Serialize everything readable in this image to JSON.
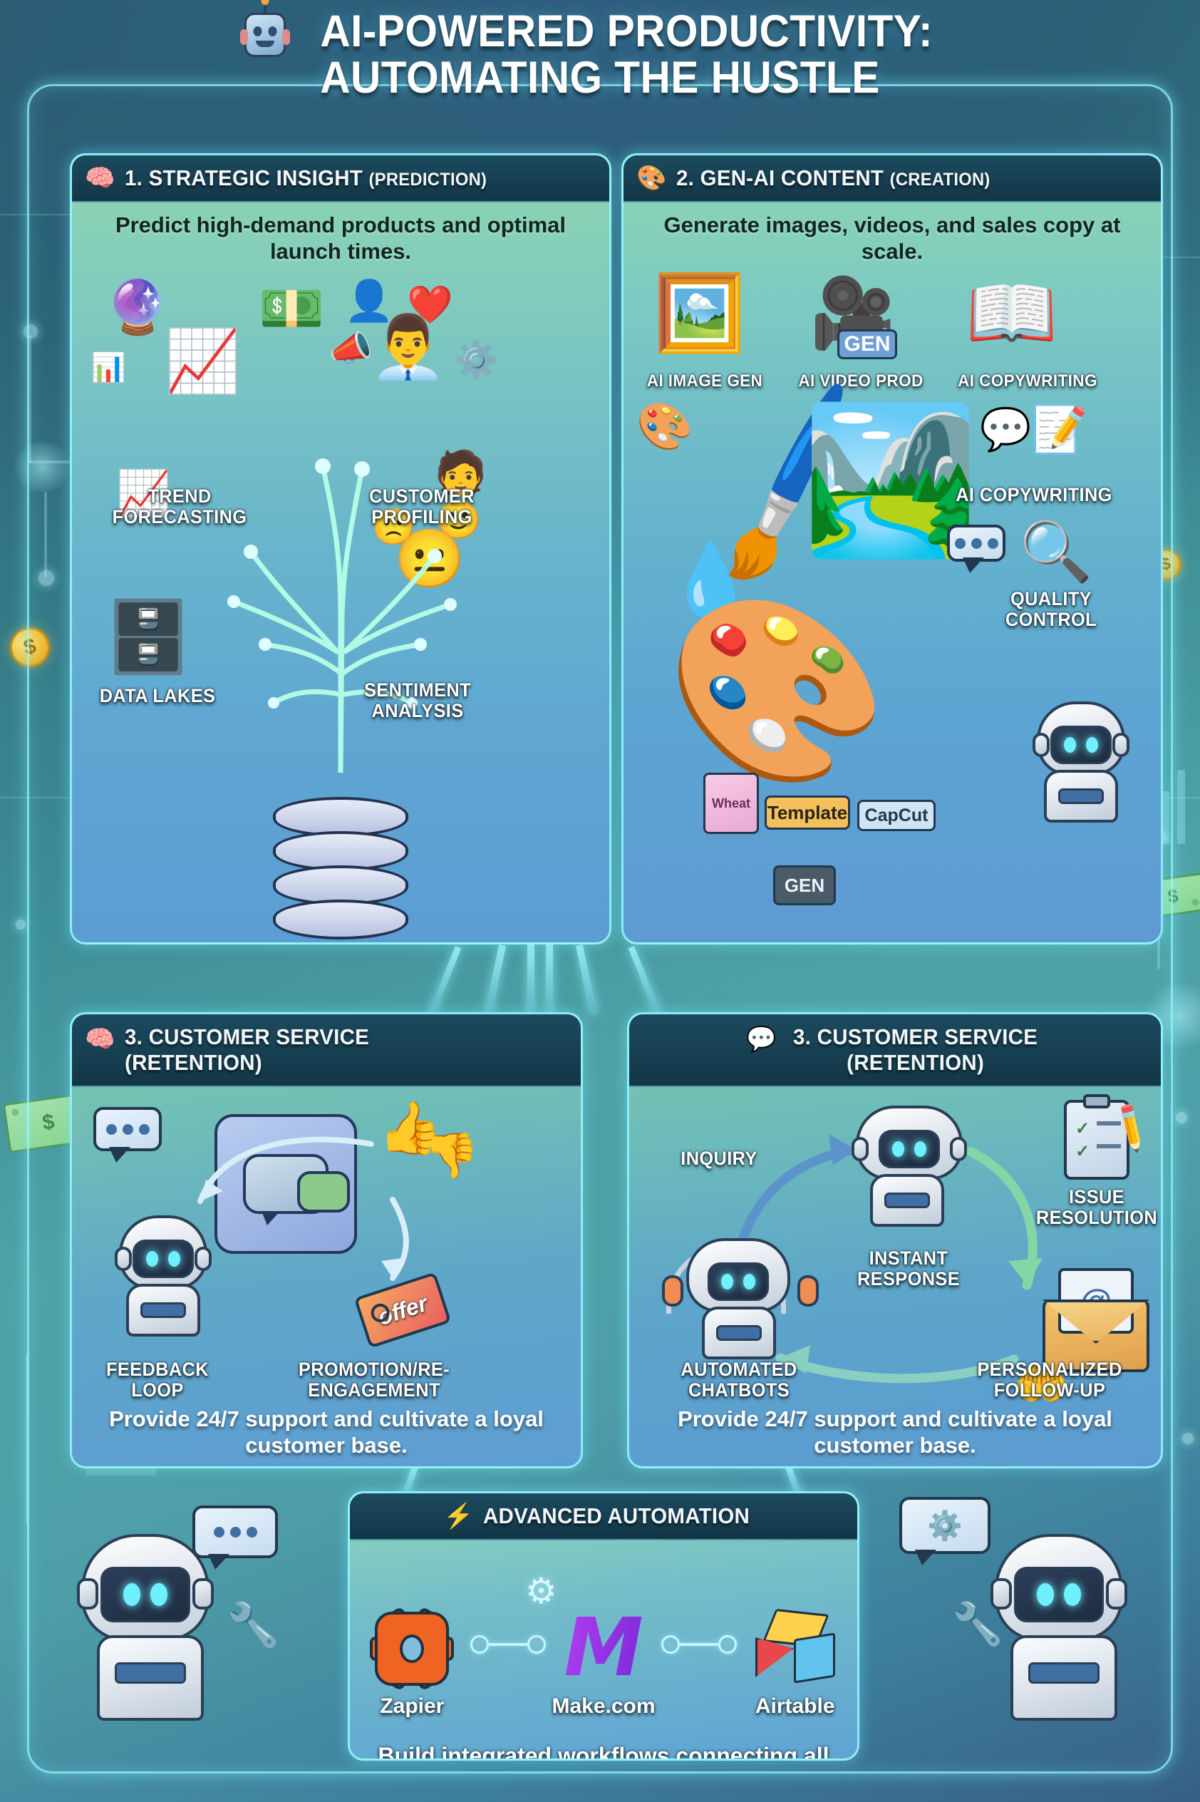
{
  "header": {
    "icon": "robot-head-icon",
    "title_line1": "AI-POWERED PRODUCTIVITY:",
    "title_line2": "AUTOMATING THE HUSTLE"
  },
  "panels": [
    {
      "id": "p1",
      "icon": "brain-icon",
      "icon_glyph": "🧠",
      "number": "1.",
      "title": "STRATEGIC INSIGHT",
      "subtitle": "(PREDICTION)",
      "lede": "Predict high-demand products and optimal launch times.",
      "labels": [
        {
          "name": "trend-forecasting",
          "text": "TREND FORECASTING"
        },
        {
          "name": "customer-profiling",
          "text": "CUSTOMER PROFILING"
        },
        {
          "name": "data-lakes",
          "text": "DATA LAKES"
        },
        {
          "name": "sentiment-analysis",
          "text": "SENTIMENT ANALYSIS"
        }
      ]
    },
    {
      "id": "p2",
      "icon": "palette-icon",
      "icon_glyph": "🎨",
      "number": "2.",
      "title": "GEN-AI CONTENT",
      "subtitle": "(CREATION)",
      "lede": "Generate images, videos, and sales copy at scale.",
      "labels": [
        {
          "name": "ai-image-gen",
          "text": "AI IMAGE GEN"
        },
        {
          "name": "ai-video-prod",
          "text": "AI VIDEO PROD"
        },
        {
          "name": "ai-copywriting-top",
          "text": "AI COPYWRITING"
        },
        {
          "name": "ai-copywriting",
          "text": "AI COPYWRITING"
        },
        {
          "name": "quality-control",
          "text": "QUALITY CONTROL"
        }
      ],
      "badges": [
        {
          "name": "video-camera-gen-badge",
          "text": "GEN"
        },
        {
          "name": "wheat-note-badge",
          "text": "Wheat"
        },
        {
          "name": "template-badge",
          "text": "Template"
        },
        {
          "name": "capcut-badge",
          "text": "CapCut"
        },
        {
          "name": "clapperboard-gen-badge",
          "text": "GEN"
        }
      ]
    },
    {
      "id": "p3",
      "icon": "brain-icon",
      "icon_glyph": "🧠",
      "number": "3.",
      "title": "CUSTOMER SERVICE",
      "subtitle": "(RETENTION)",
      "lede": "Provide 24/7 support and cultivate a loyal customer base.",
      "labels": [
        {
          "name": "feedback-loop",
          "text": "FEEDBACK LOOP"
        },
        {
          "name": "promotion-re-engagement",
          "text": "PROMOTION/RE- ENGAGEMENT"
        }
      ],
      "badges": [
        {
          "name": "offer-tag",
          "text": "offer"
        }
      ]
    },
    {
      "id": "p4",
      "icon": "speech-bubble-icon",
      "icon_glyph": "💬",
      "number": "3.",
      "title": "CUSTOMER SERVICE",
      "subtitle": "(RETENTION)",
      "lede": "Provide 24/7 support and cultivate a loyal customer base.",
      "labels": [
        {
          "name": "inquiry",
          "text": "INQUIRY"
        },
        {
          "name": "instant-response",
          "text": "INSTANT RESPONSE"
        },
        {
          "name": "issue-resolution",
          "text": "ISSUE RESOLUTION"
        },
        {
          "name": "automated-chatbots",
          "text": "AUTOMATED CHATBOTS"
        },
        {
          "name": "personalized-follow-up",
          "text": "PERSONALIZED FOLLOW-UP"
        }
      ],
      "badges": [
        {
          "name": "email-at-symbol",
          "text": "@"
        }
      ]
    }
  ],
  "automation": {
    "icon": "lightning-bolt-icon",
    "icon_glyph": "⚡",
    "title": "ADVANCED AUTOMATION",
    "tools": [
      {
        "name": "zapier",
        "label": "Zapier",
        "color": "#f06423"
      },
      {
        "name": "make-com",
        "label": "Make.com",
        "color": "#a13df0"
      },
      {
        "name": "airtable",
        "label": "Airtable",
        "color": "#fcd14d"
      }
    ],
    "footer": "Build integrated workflows connecting all steps."
  },
  "colors": {
    "background_deep": "#27566f",
    "background_teal": "#4fa3a6",
    "neon_cyan": "#96f8ff",
    "panel_header": "#123647",
    "panel_top_green": "#8ed6b2",
    "panel_bottom_blue": "#5c9dd4",
    "zapier_orange": "#f06423",
    "make_purple": "#a13df0",
    "airtable_yellow": "#fcd14d",
    "airtable_red": "#e8484a",
    "airtable_blue": "#63c3ef"
  }
}
